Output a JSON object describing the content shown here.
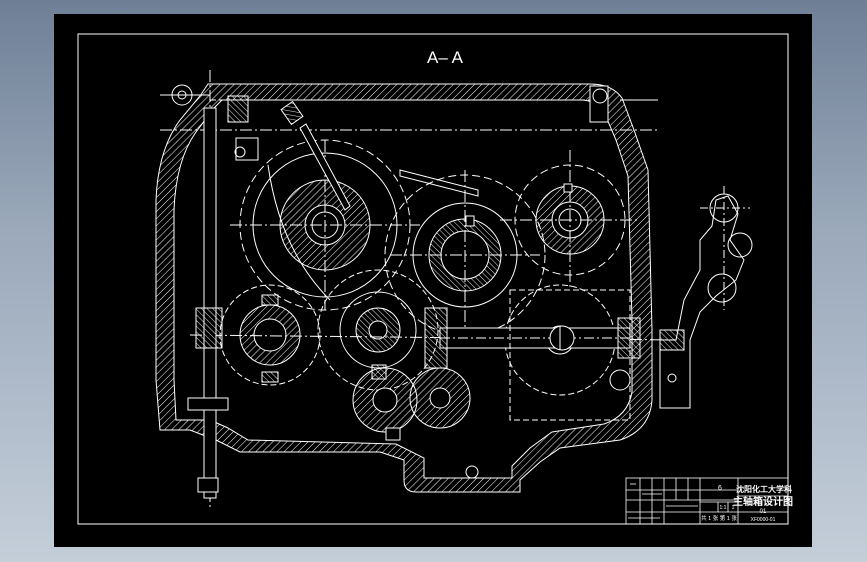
{
  "drawing": {
    "section_label": "A– A",
    "colors": {
      "background": "#000000",
      "line": "#ffffff",
      "viewport": "#9aa8ba"
    }
  },
  "title_block": {
    "school": "沈阳化工大学科",
    "drawing_title": "主轴箱设计图",
    "drawing_no": "01",
    "code": "XF0000-01",
    "sheet_info": "共 1 张  第 1 张",
    "scale": "1:1",
    "quantity": "1",
    "mark": "6"
  }
}
